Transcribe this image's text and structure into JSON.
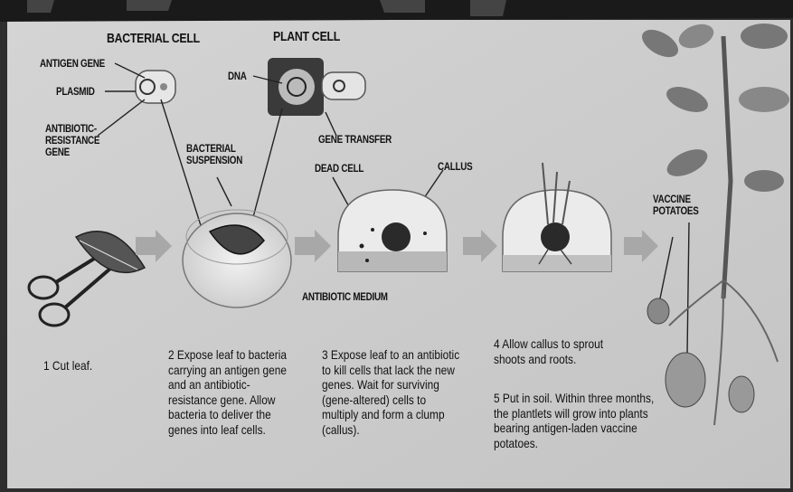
{
  "title_fragment": "",
  "labels": {
    "bacterial_cell": "BACTERIAL CELL",
    "plant_cell": "PLANT CELL",
    "antigen_gene": "ANTIGEN GENE",
    "plasmid": "PLASMID",
    "antibiotic_resistance_gene": "ANTIBIOTIC-RESISTANCE GENE",
    "dna": "DNA",
    "gene_transfer": "GENE TRANSFER",
    "bacterial_suspension": "BACTERIAL SUSPENSION",
    "dead_cell": "DEAD CELL",
    "callus": "CALLUS",
    "antibiotic_medium": "ANTIBIOTIC MEDIUM",
    "vaccine_potatoes": "VACCINE POTATOES"
  },
  "steps": [
    {
      "text": "1 Cut leaf."
    },
    {
      "text": "2 Expose leaf to bacteria carrying an antigen gene and an antibiotic-resistance gene. Allow bacteria to deliver the genes into leaf cells."
    },
    {
      "text": "3 Expose leaf to an antibiotic to kill cells that lack the new genes. Wait for surviving (gene-altered) cells to multiply and form a clump (callus)."
    },
    {
      "text": "4 Allow callus to sprout shoots and roots."
    },
    {
      "text": "5 Put in soil. Within three months, the plantlets will grow into plants bearing antigen-laden vaccine potatoes."
    }
  ]
}
